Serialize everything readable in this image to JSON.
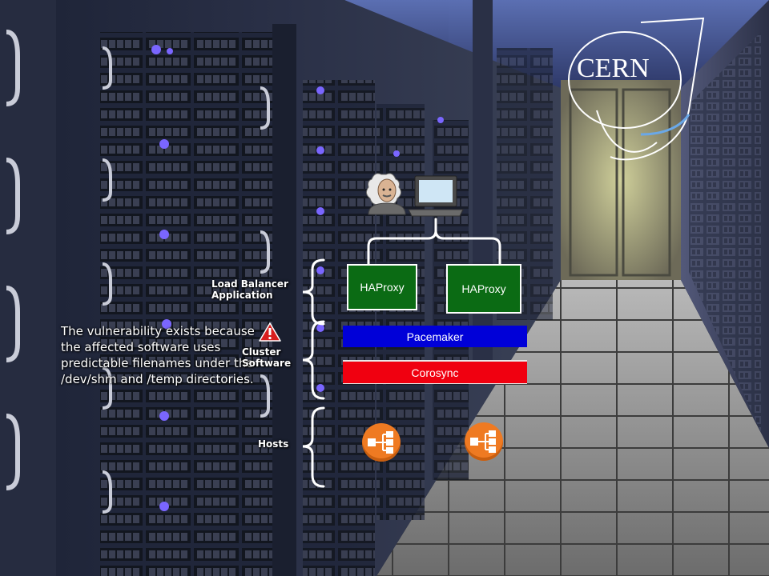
{
  "logo": {
    "text": "CERN"
  },
  "description": "The vulnerability exists because the affected software uses predictable filenames under the /dev/shm and /temp directories.",
  "tiers": {
    "load_balancer": "Load Balancer Application",
    "cluster": "Cluster Software",
    "hosts": "Hosts"
  },
  "nodes": {
    "haproxy_left": "HAProxy",
    "haproxy_right": "HAProxy",
    "pacemaker": "Pacemaker",
    "corosync": "Corosync"
  },
  "colors": {
    "haproxy": "#0b6b14",
    "pacemaker": "#0000d8",
    "corosync": "#f00010",
    "hosts": "#ef7a22",
    "warning": "#d81e1e"
  },
  "icons": [
    "user-avatar-icon",
    "laptop-icon",
    "warning-icon",
    "load-balancer-icon"
  ]
}
